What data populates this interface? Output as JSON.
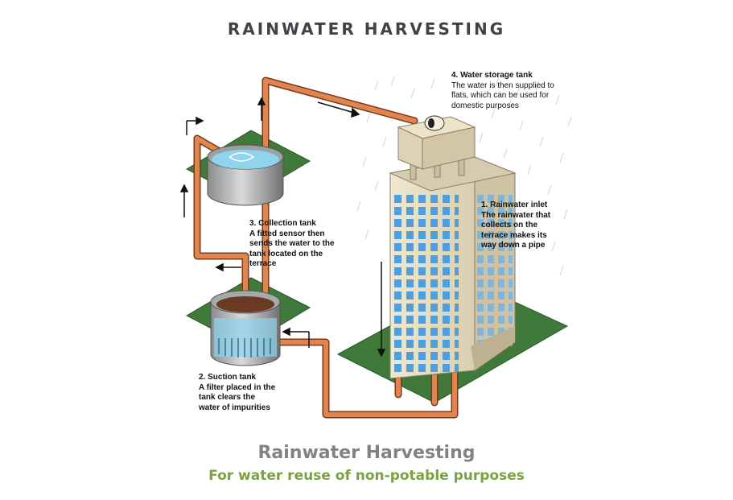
{
  "title": "RAINWATER HARVESTING",
  "labels": {
    "storage_tank": {
      "heading": "4. Water storage tank",
      "body": [
        "The water is then supplied to",
        "flats, which can be used for",
        "domestic purposes"
      ]
    },
    "rainwater_inlet": {
      "heading": "1. Rainwater inlet",
      "body": [
        "The rainwater that",
        "collects on the",
        "terrace makes its",
        "way down a pipe"
      ]
    },
    "collection_tank": {
      "heading": "3. Collection tank",
      "body": [
        "A fitted sensor then",
        "sends the water to the",
        "tank located on the",
        "terrace"
      ]
    },
    "suction_tank": {
      "heading": "2. Suction tank",
      "body": [
        "A filter placed in the",
        "tank clears the",
        "water of impurities"
      ]
    }
  },
  "caption": {
    "title": "Rainwater Harvesting",
    "subtitle": "For water reuse of non-potable purposes"
  },
  "colors": {
    "pipe": "#d4763f",
    "pipe_outline": "#7a3a1a",
    "ground": "#3f7a3a",
    "building": "#e6dcc0",
    "window": "#5aa9e0",
    "water": "#8fd3ec",
    "title": "#3f4347",
    "caption_title": "#808285",
    "caption_subtitle": "#7aa23e"
  }
}
